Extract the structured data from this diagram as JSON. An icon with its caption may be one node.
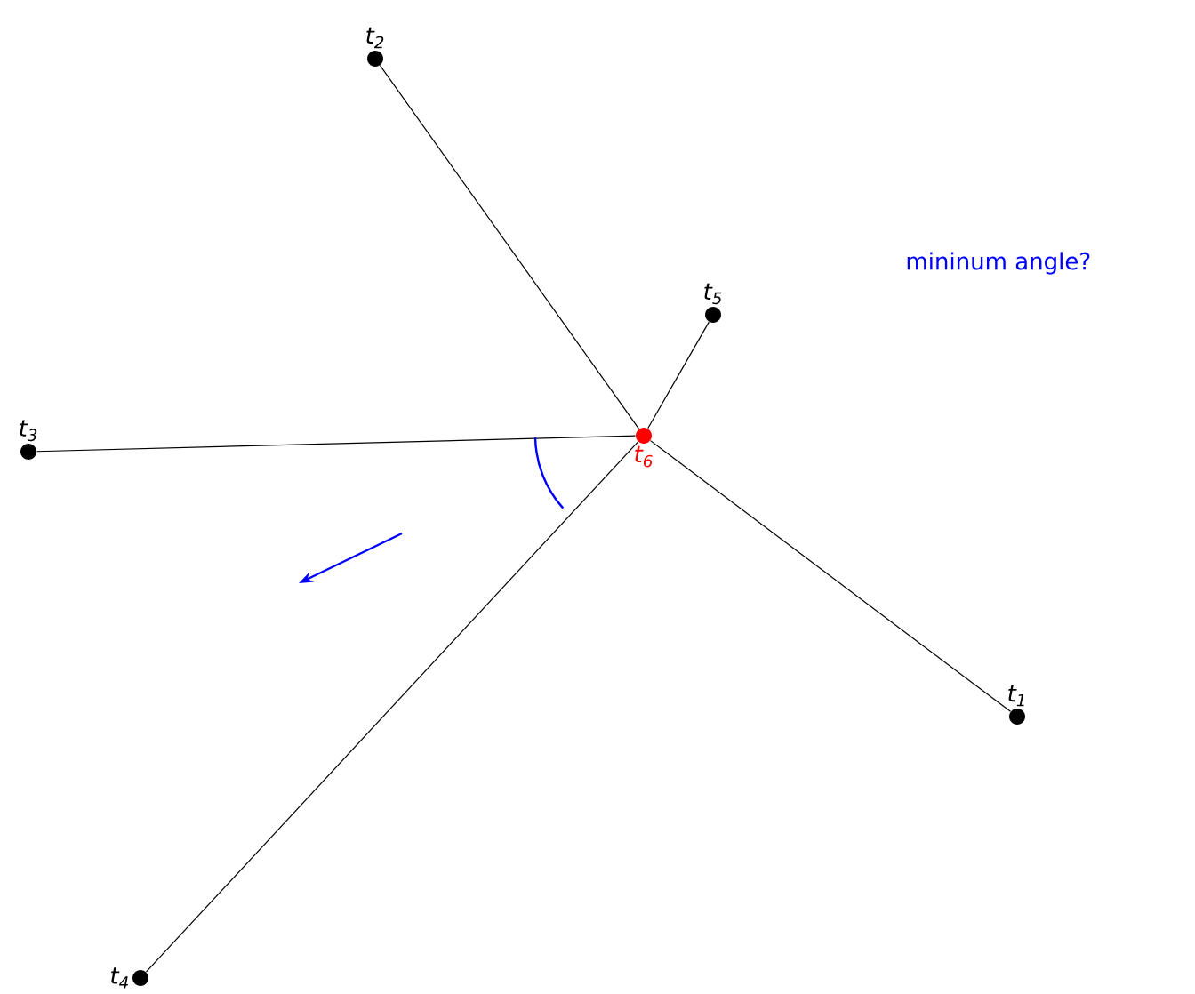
{
  "diagram": {
    "nodes": [
      {
        "text": [
          "t$_{1}$"
        ]
      },
      {
        "text": [
          "t$_{2}$"
        ]
      },
      {
        "text": [
          "t$_{3}$"
        ]
      },
      {
        "text": [
          "t$_{4}$"
        ]
      },
      {
        "text": [
          "t$_{5}$"
        ]
      },
      {
        "text": [
          "t$_{6}$"
        ]
      }
    ],
    "edges": [
      {
        "from": 5,
        "to": 0,
        "arrow": "none"
      },
      {
        "from": 5,
        "to": 1,
        "arrow": "none"
      },
      {
        "from": 5,
        "to": 2,
        "arrow": "none"
      },
      {
        "from": 5,
        "to": 3,
        "arrow": "none"
      },
      {
        "from": 5,
        "to": 4,
        "arrow": "none"
      }
    ],
    "labels": [
      "mininum angle?"
    ]
  }
}
